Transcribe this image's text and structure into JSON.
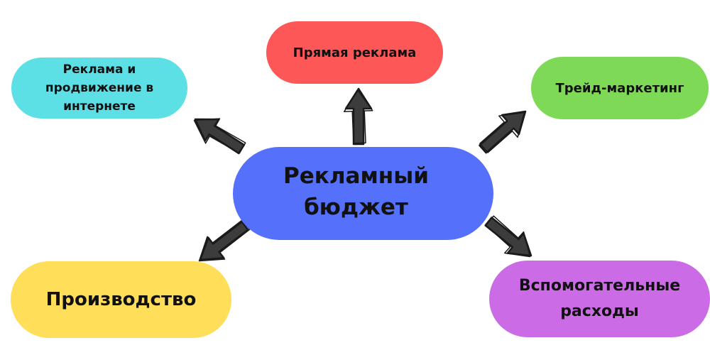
{
  "diagram": {
    "center": {
      "label": "Рекламный\nбюджет",
      "color": "#5571fc"
    },
    "nodes": [
      {
        "id": "online",
        "label": "Реклама и\nпродвижение в\nинтернете",
        "color": "#5ce0e6"
      },
      {
        "id": "direct",
        "label": "Прямая реклама",
        "color": "#fe5758"
      },
      {
        "id": "trade",
        "label": "Трейд-маркетинг",
        "color": "#7ed957"
      },
      {
        "id": "production",
        "label": "Производство",
        "color": "#ffde59"
      },
      {
        "id": "auxiliary",
        "label": "Вспомогательные\nрасходы",
        "color": "#cb6ce6"
      }
    ],
    "arrow_color": "#1a1a1a",
    "edges": [
      {
        "from": "center",
        "to": "online"
      },
      {
        "from": "center",
        "to": "direct"
      },
      {
        "from": "center",
        "to": "trade"
      },
      {
        "from": "center",
        "to": "production"
      },
      {
        "from": "center",
        "to": "auxiliary"
      }
    ]
  }
}
